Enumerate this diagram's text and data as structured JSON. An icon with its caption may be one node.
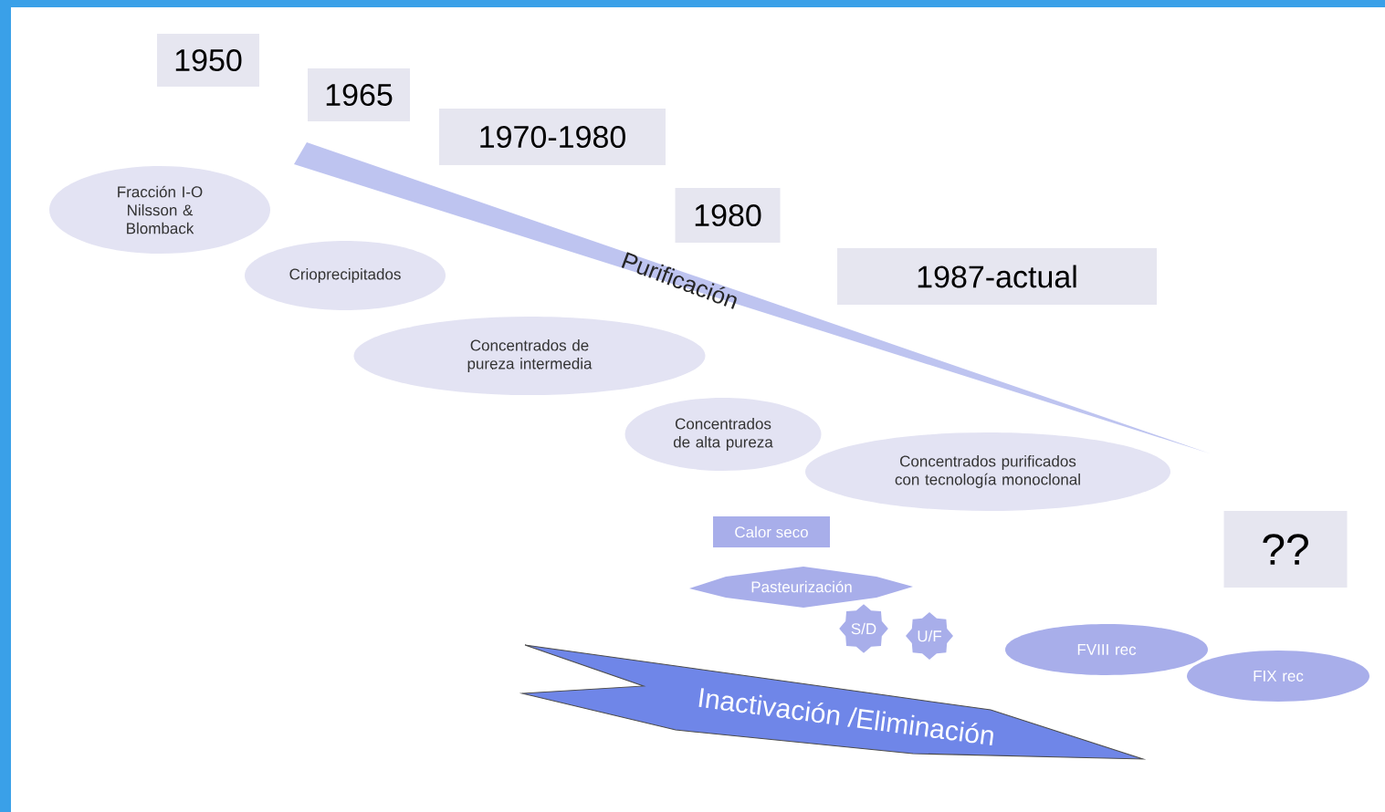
{
  "diagram": {
    "nodes": [
      {
        "text": [
          "1950"
        ]
      },
      {
        "text": [
          "1965"
        ]
      },
      {
        "text": [
          "1970-1980"
        ]
      },
      {
        "text": [
          "Fracción I-O Nilsson & Blomback"
        ]
      },
      {
        "text": [
          "1980"
        ]
      },
      {
        "text": [
          "Purificación"
        ]
      },
      {
        "text": [
          "Crioprecipitados"
        ]
      },
      {
        "text": [
          "1987-actual"
        ]
      },
      {
        "text": [
          "Concentrados de pureza intermedia"
        ]
      },
      {
        "text": [
          "Concentrados de alta pureza"
        ]
      },
      {
        "text": [
          "Concentrados purificados con tecnología monoclonal"
        ]
      },
      {
        "text": [
          "Calor seco"
        ]
      },
      {
        "text": [
          "??"
        ]
      },
      {
        "text": [
          "Pasteurización"
        ]
      },
      {
        "text": [
          "S/D"
        ]
      },
      {
        "text": [
          "U/F"
        ]
      },
      {
        "text": [
          "FVIII rec"
        ]
      },
      {
        "text": [
          "FIX rec"
        ]
      },
      {
        "text": [
          "Inactivación /Eliminación"
        ]
      }
    ]
  }
}
